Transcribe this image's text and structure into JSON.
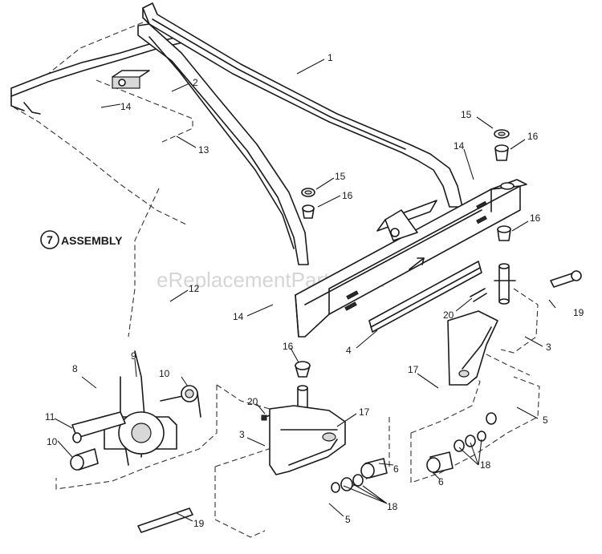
{
  "assembly": {
    "number": "7",
    "label": "ASSEMBLY"
  },
  "watermark": "eReplacementParts.com",
  "callouts": [
    {
      "id": "c1",
      "text": "1"
    },
    {
      "id": "c2",
      "text": "2"
    },
    {
      "id": "c13",
      "text": "13"
    },
    {
      "id": "c14a",
      "text": "14"
    },
    {
      "id": "c15a",
      "text": "15"
    },
    {
      "id": "c16a",
      "text": "16"
    },
    {
      "id": "c14b",
      "text": "14"
    },
    {
      "id": "c15b",
      "text": "15"
    },
    {
      "id": "c16b",
      "text": "16"
    },
    {
      "id": "c16c",
      "text": "16"
    },
    {
      "id": "c12",
      "text": "12"
    },
    {
      "id": "c14c",
      "text": "14"
    },
    {
      "id": "c20a",
      "text": "20"
    },
    {
      "id": "c19a",
      "text": "19"
    },
    {
      "id": "c4",
      "text": "4"
    },
    {
      "id": "c3a",
      "text": "3"
    },
    {
      "id": "c16d",
      "text": "16"
    },
    {
      "id": "c17a",
      "text": "17"
    },
    {
      "id": "c8",
      "text": "8"
    },
    {
      "id": "c9",
      "text": "9"
    },
    {
      "id": "c10a",
      "text": "10"
    },
    {
      "id": "c5a",
      "text": "5"
    },
    {
      "id": "c20b",
      "text": "20"
    },
    {
      "id": "c17b",
      "text": "17"
    },
    {
      "id": "c11",
      "text": "11"
    },
    {
      "id": "c3b",
      "text": "3"
    },
    {
      "id": "c10b",
      "text": "10"
    },
    {
      "id": "c6a",
      "text": "6"
    },
    {
      "id": "c18a",
      "text": "18"
    },
    {
      "id": "c6b",
      "text": "6"
    },
    {
      "id": "c18b",
      "text": "18"
    },
    {
      "id": "c19b",
      "text": "19"
    },
    {
      "id": "c5b",
      "text": "5"
    }
  ]
}
